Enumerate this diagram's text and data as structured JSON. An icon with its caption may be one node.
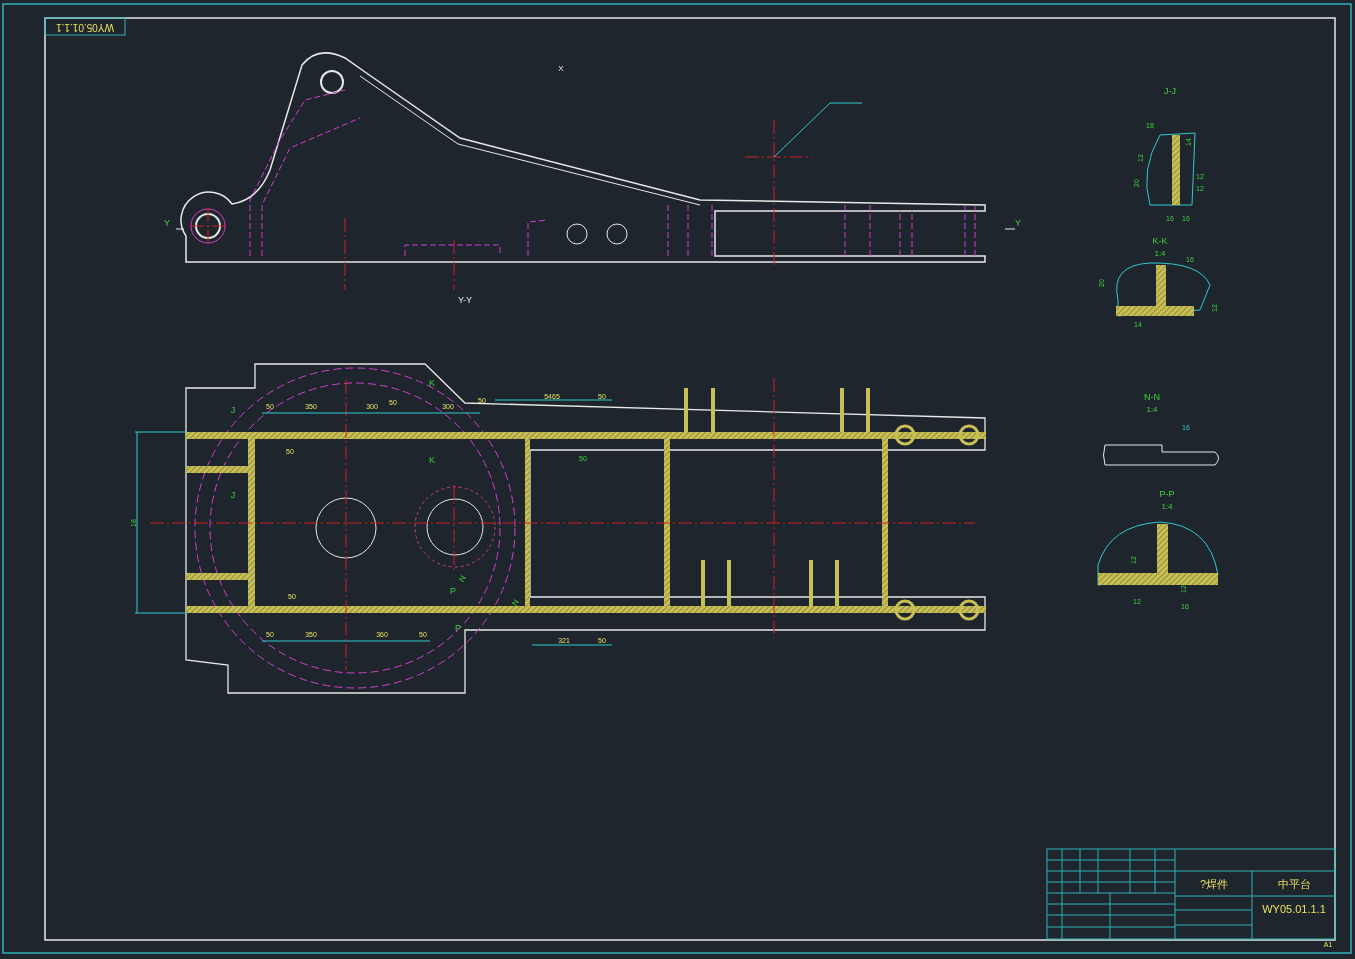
{
  "diagram": {
    "labels": [
      "WY05.01.1.1",
      "X",
      "Y",
      "Y",
      "J-J",
      "Y-Y",
      "K-K",
      "1:4",
      "J",
      "K",
      "50",
      "350",
      "300",
      "50",
      "300",
      "50",
      "5465",
      "50",
      "K",
      "50",
      "50",
      "N-N",
      "1:4",
      "16",
      "J",
      "18",
      "P-P",
      "1:4",
      "12",
      "P",
      "N",
      "50",
      "N",
      "P",
      "50",
      "350",
      "360",
      "50",
      "321",
      "50",
      "?焊件",
      "中平台",
      "WY05.01.1.1",
      "A1",
      "18",
      "14",
      "12",
      "12",
      "20",
      "12",
      "16",
      "16",
      "16",
      "20",
      "12",
      "14",
      "12",
      "12",
      "16"
    ]
  }
}
